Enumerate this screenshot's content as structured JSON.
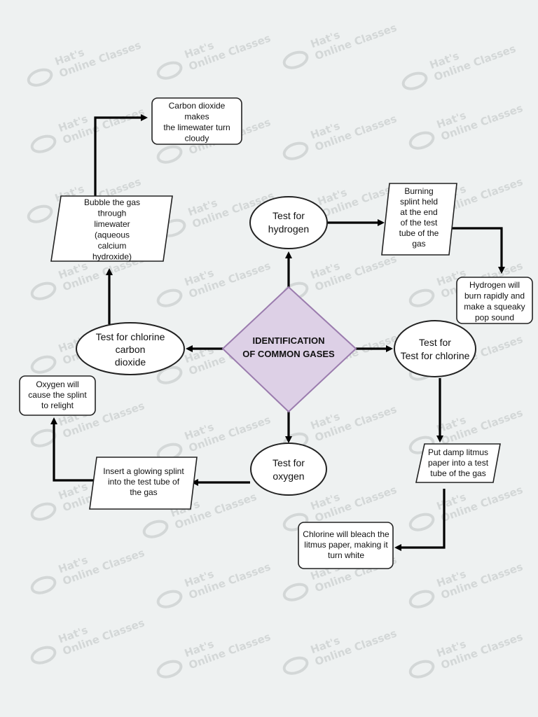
{
  "watermark": {
    "line1": "Hat's",
    "line2": "Online Classes",
    "color": "#c9cdcd"
  },
  "center": {
    "lines": [
      "IDENTIFICATION",
      "OF COMMON GASES"
    ],
    "fill": "#ddd0e6",
    "stroke": "#9b7cae"
  },
  "nodes": {
    "test_hydrogen": [
      "Test for",
      "hydrogen"
    ],
    "burning_splint": [
      "Burning",
      "splint held",
      "at the end",
      "of the test",
      "tube of the",
      "gas"
    ],
    "hydrogen_result": [
      "Hydrogen will",
      "burn rapidly and",
      "make a squeaky",
      "pop sound"
    ],
    "test_chlorine": [
      "Test for",
      "Test for chlorine"
    ],
    "damp_litmus": [
      "Put damp litmus",
      "paper into a test",
      "tube of the gas"
    ],
    "chlorine_result": [
      "Chlorine will bleach the",
      "litmus paper, making it",
      "turn white"
    ],
    "test_oxygen": [
      "Test for",
      "oxygen"
    ],
    "glowing_splint": [
      "Insert a glowing splint",
      "into the test tube of",
      "the gas"
    ],
    "oxygen_result": [
      "Oxygen will",
      "cause the splint",
      "to relight"
    ],
    "test_co2": [
      "Test for chlorine",
      "carbon",
      "dioxide"
    ],
    "bubble_gas": [
      "Bubble the gas",
      "through",
      "limewater",
      "(aqueous",
      "calcium",
      "hydroxide)"
    ],
    "co2_result": [
      "Carbon dioxide",
      "makes",
      "the limewater turn",
      "cloudy"
    ]
  }
}
